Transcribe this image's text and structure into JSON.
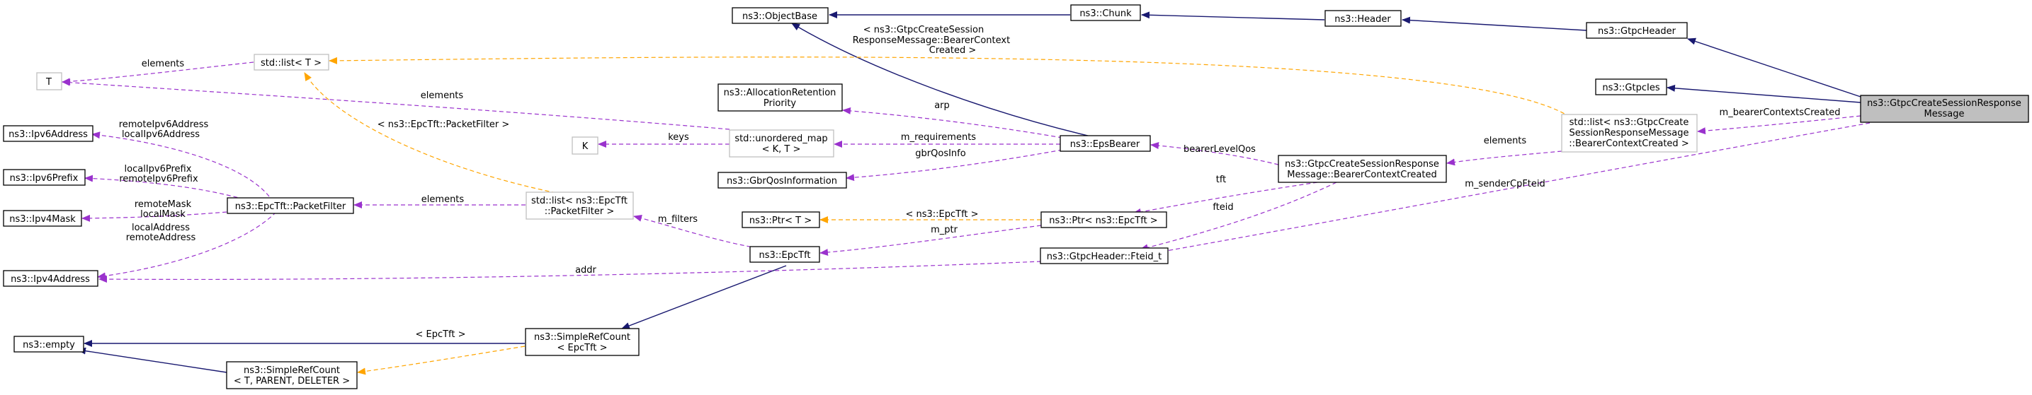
{
  "diagram": {
    "nodes": {
      "objectbase": "ns3::ObjectBase",
      "chunk": "ns3::Chunk",
      "header": "ns3::Header",
      "gtpcheader": "ns3::GtpcHeader",
      "gtpcies": "ns3::GtpcIes",
      "main": [
        "ns3::GtpcCreateSessionResponse",
        "Message"
      ],
      "stdlist_t": "std::list< T >",
      "t": "T",
      "allocation": [
        "ns3::AllocationRetention",
        "Priority"
      ],
      "unordered_map": [
        "std::unordered_map",
        "< K, T >"
      ],
      "k": "K",
      "epsbearer": "ns3::EpsBearer",
      "gbrqos": "ns3::GbrQosInformation",
      "bearerctx": [
        "ns3::GtpcCreateSessionResponse",
        "Message::BearerContextCreated"
      ],
      "stdlist_bearer": [
        "std::list< ns3::GtpcCreate",
        "SessionResponseMessage",
        "::BearerContextCreated >"
      ],
      "ipv6address": "ns3::Ipv6Address",
      "ipv6prefix": "ns3::Ipv6Prefix",
      "ipv4mask": "ns3::Ipv4Mask",
      "ipv4address": "ns3::Ipv4Address",
      "packetfilter": "ns3::EpcTft::PacketFilter",
      "stdlist_pf": [
        "std::list< ns3::EpcTft",
        "::PacketFilter >"
      ],
      "ptr_t": "ns3::Ptr< T >",
      "ptr_epctft": "ns3::Ptr< ns3::EpcTft >",
      "epctft": "ns3::EpcTft",
      "fteid": "ns3::GtpcHeader::Fteid_t",
      "empty": "ns3::empty",
      "simplerefcount_epctft": [
        "ns3::SimpleRefCount",
        "< EpcTft >"
      ],
      "simplerefcount": [
        "ns3::SimpleRefCount",
        "< T, PARENT, DELETER >"
      ]
    },
    "edge_labels": {
      "elements_t": "elements",
      "elements_map": "elements",
      "list_to_main": [
        "< ns3::GtpcCreateSession",
        "ResponseMessage::BearerContext",
        "Created >"
      ],
      "arp": "arp",
      "keys": "keys",
      "m_requirements": "m_requirements",
      "gbrqosinfo": "gbrQosInfo",
      "bearerlevelqos": "bearerLevelQos",
      "elements_bearer": "elements",
      "m_bearercontextscreated": "m_bearerContextsCreated",
      "ipv6addr": [
        "remoteIpv6Address",
        "localIpv6Address"
      ],
      "ipv6prefix": [
        "localIpv6Prefix",
        "remoteIpv6Prefix"
      ],
      "ipv4mask": [
        "remoteMask",
        "localMask"
      ],
      "ipv4addr": [
        "localAddress",
        "remoteAddress"
      ],
      "elements_pf": "elements",
      "pf_tmpl": "< ns3::EpcTft::PacketFilter >",
      "m_filters": "m_filters",
      "ptr_tmpl": "< ns3::EpcTft >",
      "m_ptr": "m_ptr",
      "tft": "tft",
      "fteid": "fteid",
      "m_sendercpfteid": "m_senderCpFteid",
      "addr": "addr",
      "epctft_tmpl": "< EpcTft >"
    }
  }
}
